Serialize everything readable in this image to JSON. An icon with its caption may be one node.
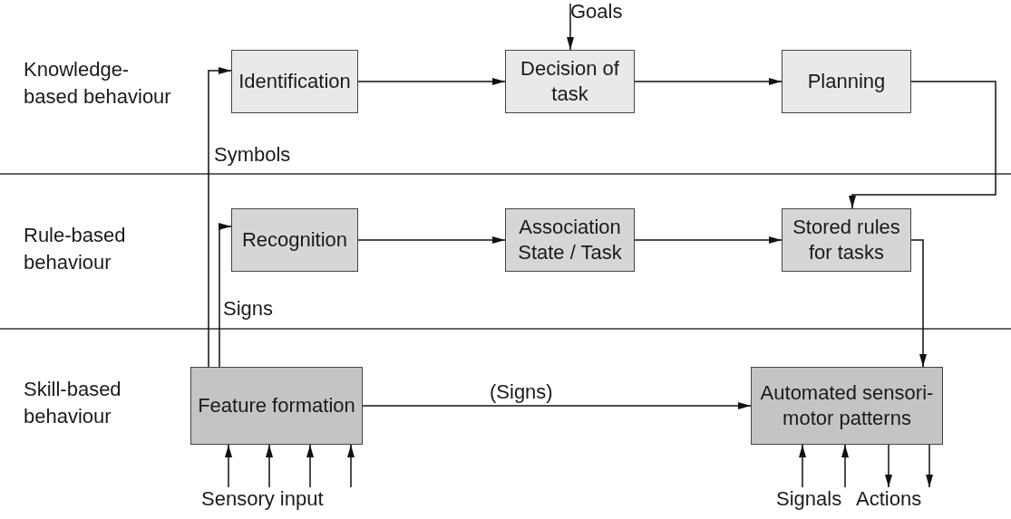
{
  "diagram": {
    "nodes": [
      {
        "text": [
          "Identification"
        ]
      },
      {
        "text": [
          "Decision of task"
        ]
      },
      {
        "text": [
          "Planning"
        ]
      },
      {
        "text": [
          "Recognition"
        ]
      },
      {
        "text": [
          "Association State / Task"
        ]
      },
      {
        "text": [
          "Stored rules for tasks"
        ]
      },
      {
        "text": [
          "Feature formation"
        ]
      },
      {
        "text": [
          "Automated sensori-motor patterns"
        ]
      },
      {
        "text": [
          "Goals"
        ]
      },
      {
        "text": [
          "Sensory input"
        ]
      },
      {
        "text": [
          "Signals"
        ]
      },
      {
        "text": [
          "Actions"
        ]
      }
    ],
    "edges": [
      {
        "from": 8,
        "to": 1,
        "arrow": "to"
      },
      {
        "from": 0,
        "to": 1,
        "arrow": "to"
      },
      {
        "from": 1,
        "to": 2,
        "arrow": "to"
      },
      {
        "from": 2,
        "to": 5,
        "arrow": "to"
      },
      {
        "from": 3,
        "to": 4,
        "arrow": "to"
      },
      {
        "from": 4,
        "to": 5,
        "arrow": "to"
      },
      {
        "from": 5,
        "to": 7,
        "arrow": "to"
      },
      {
        "from": 6,
        "to": 0,
        "arrow": "to",
        "label": "Symbols"
      },
      {
        "from": 6,
        "to": 3,
        "arrow": "to",
        "label": "Signs"
      },
      {
        "from": 6,
        "to": 7,
        "arrow": "to",
        "label": "(Signs)"
      },
      {
        "from": 9,
        "to": 6,
        "arrow": "to"
      },
      {
        "from": 9,
        "to": 6,
        "arrow": "to"
      },
      {
        "from": 9,
        "to": 6,
        "arrow": "to"
      },
      {
        "from": 9,
        "to": 6,
        "arrow": "to"
      },
      {
        "from": 10,
        "to": 7,
        "arrow": "to"
      },
      {
        "from": 10,
        "to": 7,
        "arrow": "to"
      },
      {
        "from": 7,
        "to": 11,
        "arrow": "to"
      },
      {
        "from": 7,
        "to": 11,
        "arrow": "to"
      }
    ],
    "labels": [
      "Knowledge-based behaviour",
      "Rule-based behaviour",
      "Skill-based behaviour"
    ]
  }
}
